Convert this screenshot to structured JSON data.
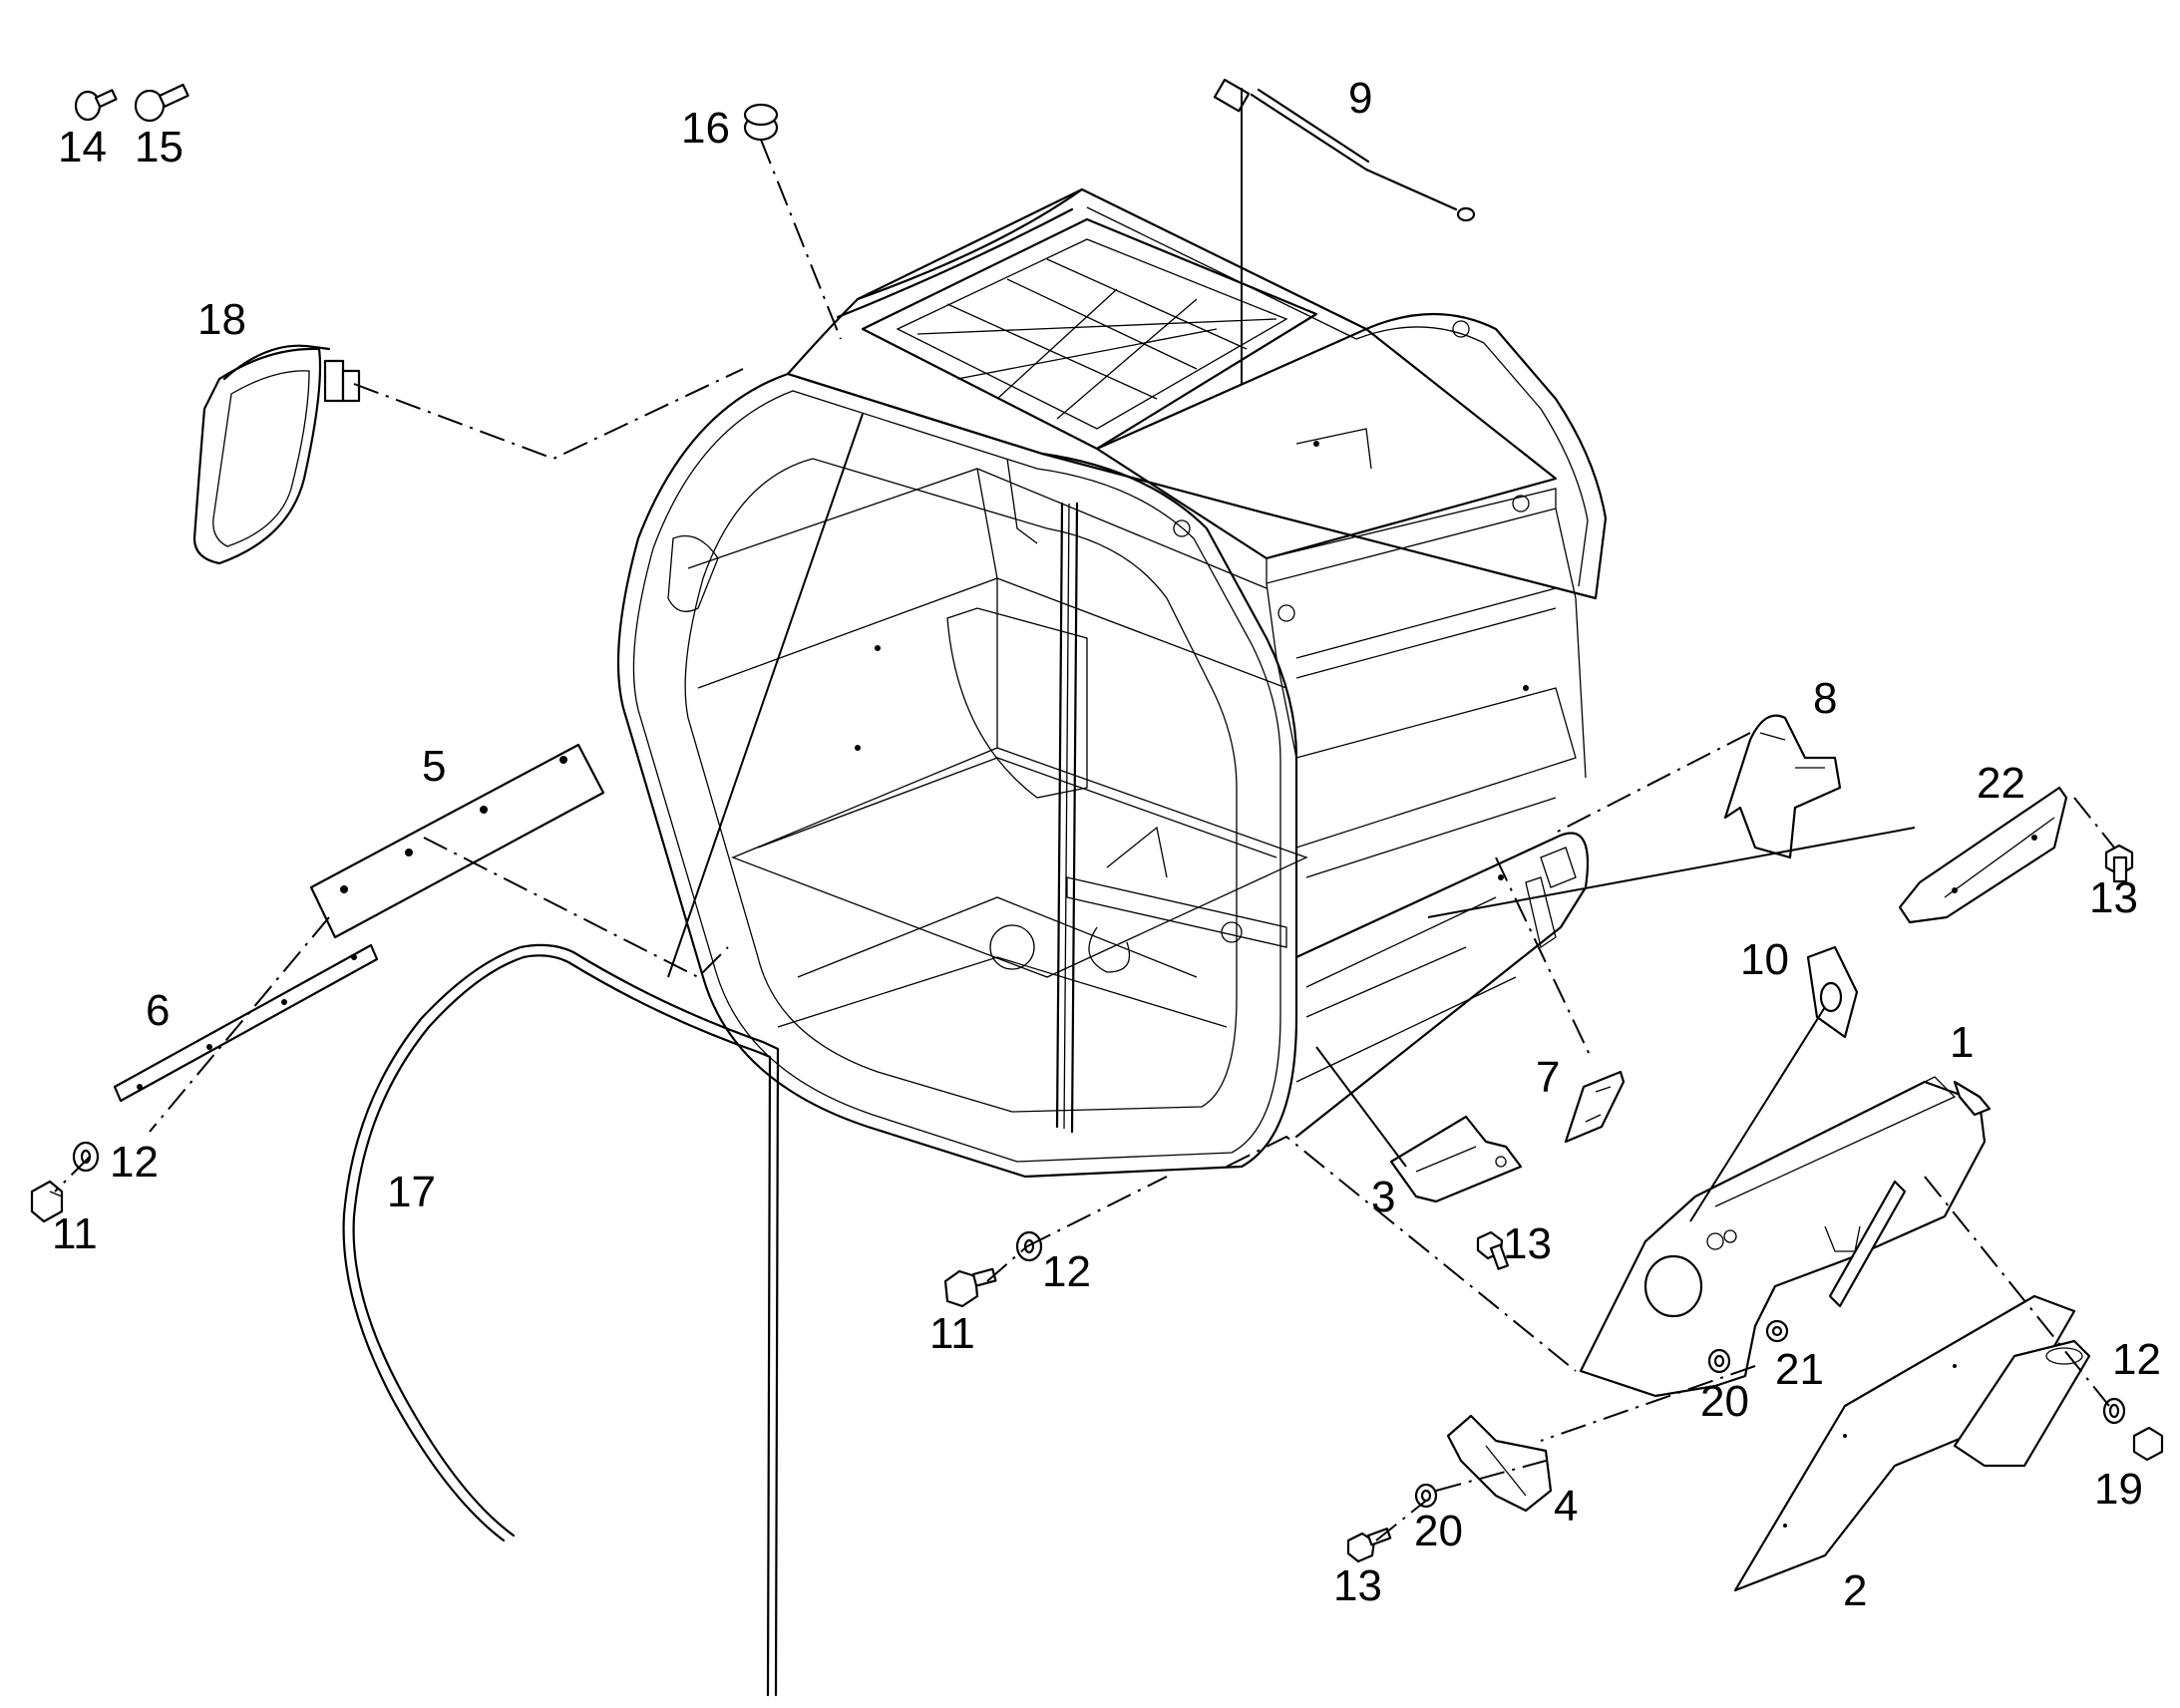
{
  "diagram": {
    "callouts": [
      {
        "id": "c1",
        "text": "1"
      },
      {
        "id": "c2",
        "text": "2"
      },
      {
        "id": "c3",
        "text": "3"
      },
      {
        "id": "c4",
        "text": "4"
      },
      {
        "id": "c5",
        "text": "5"
      },
      {
        "id": "c6",
        "text": "6"
      },
      {
        "id": "c7",
        "text": "7"
      },
      {
        "id": "c8",
        "text": "8"
      },
      {
        "id": "c9",
        "text": "9"
      },
      {
        "id": "c10",
        "text": "10"
      },
      {
        "id": "c11a",
        "text": "11"
      },
      {
        "id": "c11b",
        "text": "11"
      },
      {
        "id": "c12a",
        "text": "12"
      },
      {
        "id": "c12b",
        "text": "12"
      },
      {
        "id": "c12c",
        "text": "12"
      },
      {
        "id": "c13a",
        "text": "13"
      },
      {
        "id": "c13b",
        "text": "13"
      },
      {
        "id": "c13c",
        "text": "13"
      },
      {
        "id": "c14",
        "text": "14"
      },
      {
        "id": "c15",
        "text": "15"
      },
      {
        "id": "c16",
        "text": "16"
      },
      {
        "id": "c17",
        "text": "17"
      },
      {
        "id": "c18",
        "text": "18"
      },
      {
        "id": "c19",
        "text": "19"
      },
      {
        "id": "c20a",
        "text": "20"
      },
      {
        "id": "c20b",
        "text": "20"
      },
      {
        "id": "c21",
        "text": "21"
      },
      {
        "id": "c22",
        "text": "22"
      }
    ]
  }
}
